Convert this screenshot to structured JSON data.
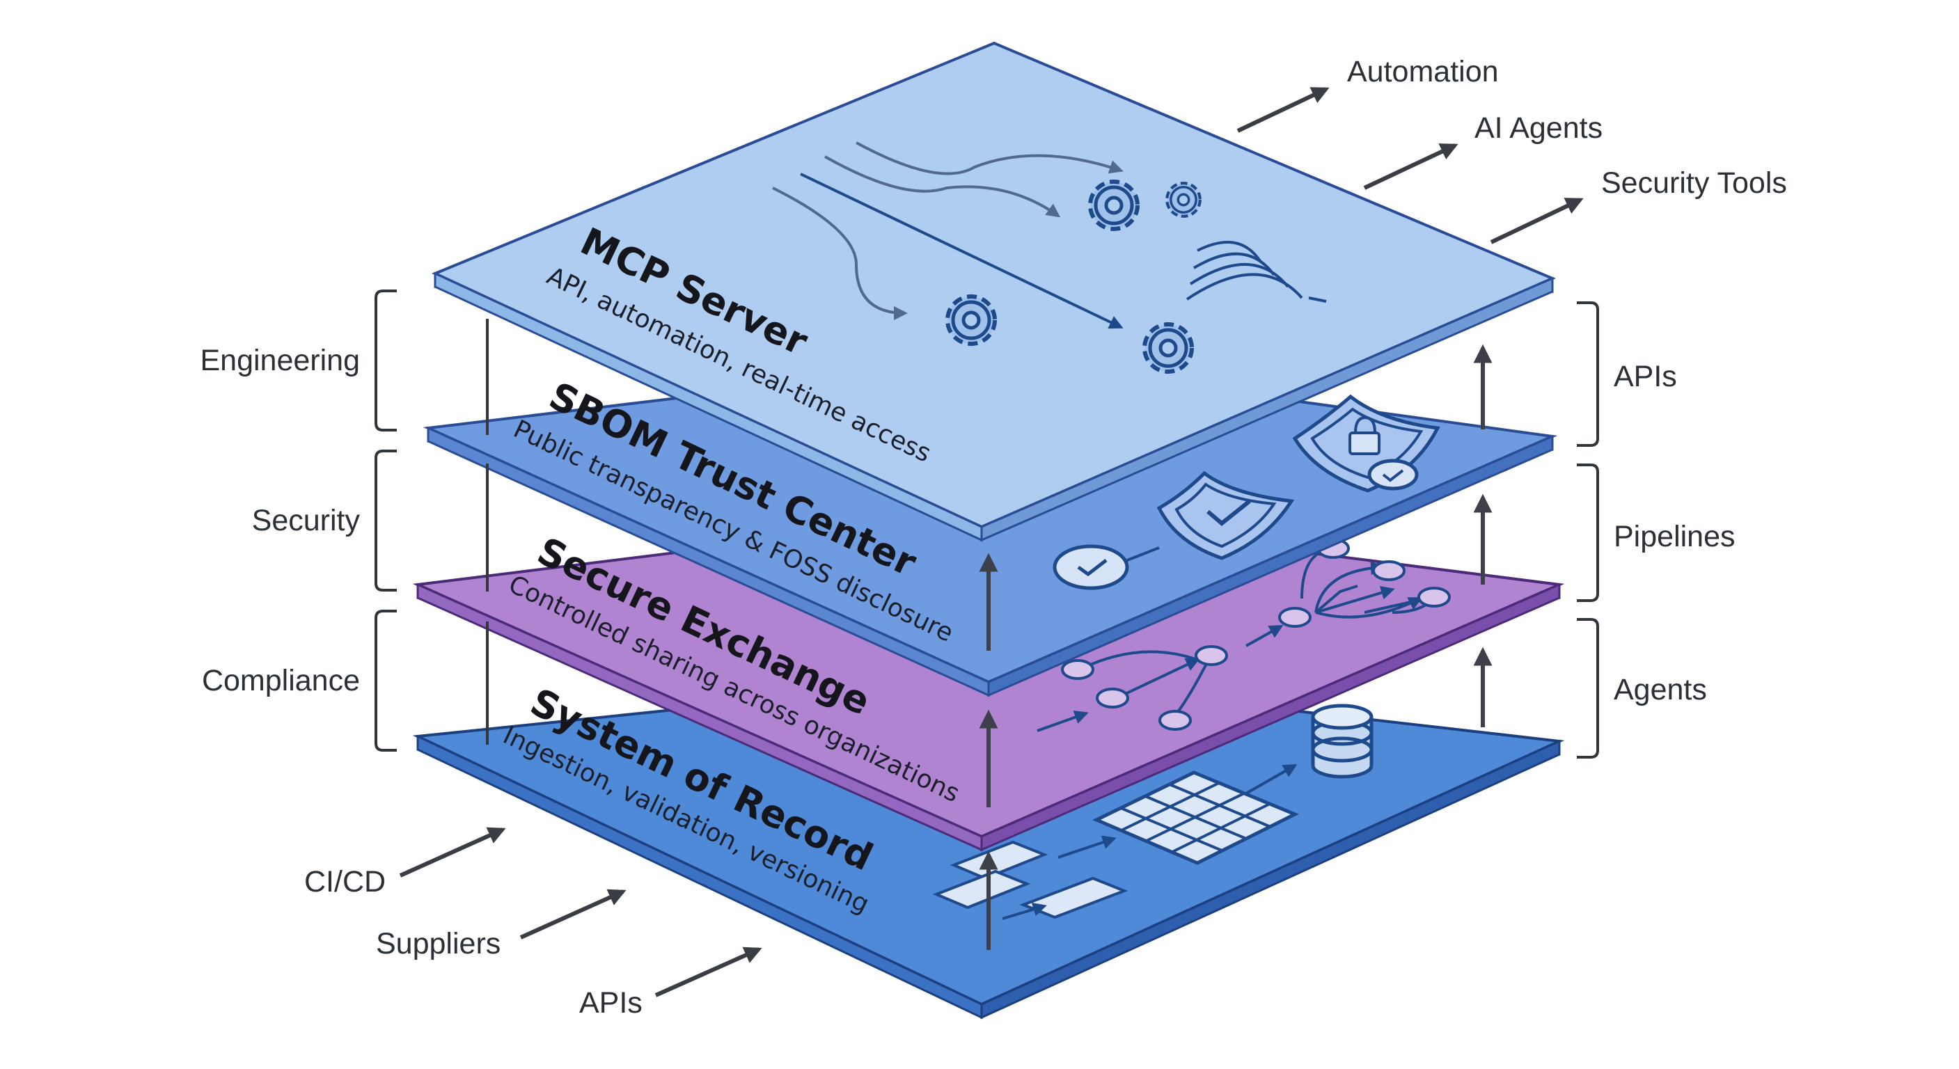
{
  "layers": [
    {
      "title": "MCP Server",
      "subtitle": "API, automation, real-time access",
      "color": "#aecdf0"
    },
    {
      "title": "SBOM Trust Center",
      "subtitle": "Public transparency & FOSS disclosure",
      "color": "#6f9be0"
    },
    {
      "title": "Secure Exchange",
      "subtitle": "Controlled sharing across organizations",
      "color": "#b184d2"
    },
    {
      "title": "System of Record",
      "subtitle": "Ingestion, validation, versioning",
      "color": "#4f8ad8"
    }
  ],
  "left_groups": [
    "Engineering",
    "Security",
    "Compliance"
  ],
  "right_groups": [
    "APIs",
    "Pipelines",
    "Agents"
  ],
  "outputs": [
    "Automation",
    "AI Agents",
    "Security Tools"
  ],
  "inputs": [
    "CI/CD",
    "Suppliers",
    "APIs"
  ],
  "icons": [
    "gear-icon",
    "signal-icon",
    "shield-check-icon",
    "shield-lock-icon",
    "check-badge-icon",
    "node-graph-icon",
    "database-icon",
    "grid-table-icon",
    "document-stack-icon"
  ],
  "colors": {
    "accent_dark": "#1e4a8c",
    "arrow": "#3a3d44",
    "text": "#2b2f36"
  }
}
